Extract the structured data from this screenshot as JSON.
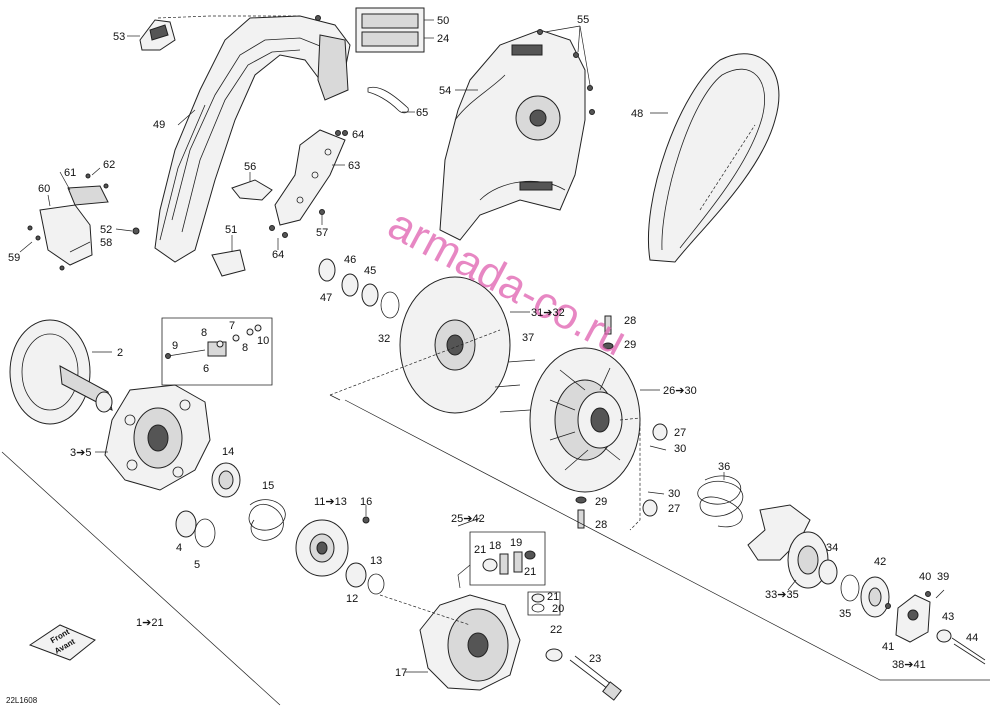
{
  "diagram_code": "22L1608",
  "watermark": "armada-co.ru",
  "front_indicator": {
    "line1": "Front",
    "line2": "Avant"
  },
  "callouts": [
    {
      "id": "1",
      "text": "1➔21"
    },
    {
      "id": "2",
      "text": "2"
    },
    {
      "id": "3",
      "text": "3➔5"
    },
    {
      "id": "4",
      "text": "4"
    },
    {
      "id": "5",
      "text": "5"
    },
    {
      "id": "6",
      "text": "6"
    },
    {
      "id": "7",
      "text": "7"
    },
    {
      "id": "8a",
      "text": "8"
    },
    {
      "id": "8b",
      "text": "8"
    },
    {
      "id": "9",
      "text": "9"
    },
    {
      "id": "10",
      "text": "10"
    },
    {
      "id": "11",
      "text": "11➔13"
    },
    {
      "id": "12",
      "text": "12"
    },
    {
      "id": "13",
      "text": "13"
    },
    {
      "id": "14",
      "text": "14"
    },
    {
      "id": "15",
      "text": "15"
    },
    {
      "id": "16",
      "text": "16"
    },
    {
      "id": "17",
      "text": "17"
    },
    {
      "id": "18",
      "text": "18"
    },
    {
      "id": "19",
      "text": "19"
    },
    {
      "id": "20",
      "text": "20"
    },
    {
      "id": "21a",
      "text": "21"
    },
    {
      "id": "21b",
      "text": "21"
    },
    {
      "id": "21c",
      "text": "21"
    },
    {
      "id": "22",
      "text": "22"
    },
    {
      "id": "23",
      "text": "23"
    },
    {
      "id": "24",
      "text": "24"
    },
    {
      "id": "25",
      "text": "25➔42"
    },
    {
      "id": "26",
      "text": "26➔30"
    },
    {
      "id": "27a",
      "text": "27"
    },
    {
      "id": "27b",
      "text": "27"
    },
    {
      "id": "28a",
      "text": "28"
    },
    {
      "id": "28b",
      "text": "28"
    },
    {
      "id": "29a",
      "text": "29"
    },
    {
      "id": "29b",
      "text": "29"
    },
    {
      "id": "30a",
      "text": "30"
    },
    {
      "id": "30b",
      "text": "30"
    },
    {
      "id": "31",
      "text": "31➔32"
    },
    {
      "id": "32",
      "text": "32"
    },
    {
      "id": "33",
      "text": "33➔35"
    },
    {
      "id": "34",
      "text": "34"
    },
    {
      "id": "35",
      "text": "35"
    },
    {
      "id": "36",
      "text": "36"
    },
    {
      "id": "37",
      "text": "37"
    },
    {
      "id": "38",
      "text": "38➔41"
    },
    {
      "id": "39",
      "text": "39"
    },
    {
      "id": "40",
      "text": "40"
    },
    {
      "id": "41",
      "text": "41"
    },
    {
      "id": "42",
      "text": "42"
    },
    {
      "id": "43",
      "text": "43"
    },
    {
      "id": "44",
      "text": "44"
    },
    {
      "id": "45",
      "text": "45"
    },
    {
      "id": "46",
      "text": "46"
    },
    {
      "id": "47",
      "text": "47"
    },
    {
      "id": "48",
      "text": "48"
    },
    {
      "id": "49",
      "text": "49"
    },
    {
      "id": "50",
      "text": "50"
    },
    {
      "id": "51",
      "text": "51"
    },
    {
      "id": "52",
      "text": "52"
    },
    {
      "id": "53",
      "text": "53"
    },
    {
      "id": "54",
      "text": "54"
    },
    {
      "id": "55",
      "text": "55"
    },
    {
      "id": "56",
      "text": "56"
    },
    {
      "id": "57",
      "text": "57"
    },
    {
      "id": "58",
      "text": "58"
    },
    {
      "id": "59",
      "text": "59"
    },
    {
      "id": "60",
      "text": "60"
    },
    {
      "id": "61",
      "text": "61"
    },
    {
      "id": "62",
      "text": "62"
    },
    {
      "id": "63",
      "text": "63"
    },
    {
      "id": "64a",
      "text": "64"
    },
    {
      "id": "64b",
      "text": "64"
    },
    {
      "id": "65",
      "text": "65"
    }
  ]
}
